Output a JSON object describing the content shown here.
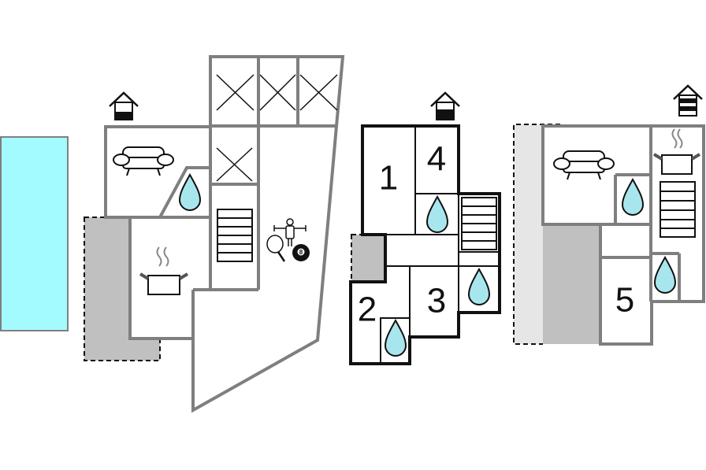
{
  "colors": {
    "pool": "#a4fbff",
    "terrace": "#c0c0c0",
    "terrace_light": "#e6e6e6",
    "water": "#a8e6ee",
    "wall_gray": "#7f7f7f",
    "wall_black": "#111111"
  },
  "icons": {
    "entrance": "house-entrance-icon",
    "sofa": "sofa-icon",
    "bathroom": "water-drop-icon",
    "kitchen": "cooking-pot-icon",
    "stairs": "stairs-icon",
    "game_room": "table-tennis-foosball-billiard-icon",
    "billiard_ball": "8"
  },
  "rooms": {
    "bedroom_1": "1",
    "bedroom_2": "2",
    "bedroom_3": "3",
    "bedroom_4": "4",
    "bedroom_5": "5"
  }
}
